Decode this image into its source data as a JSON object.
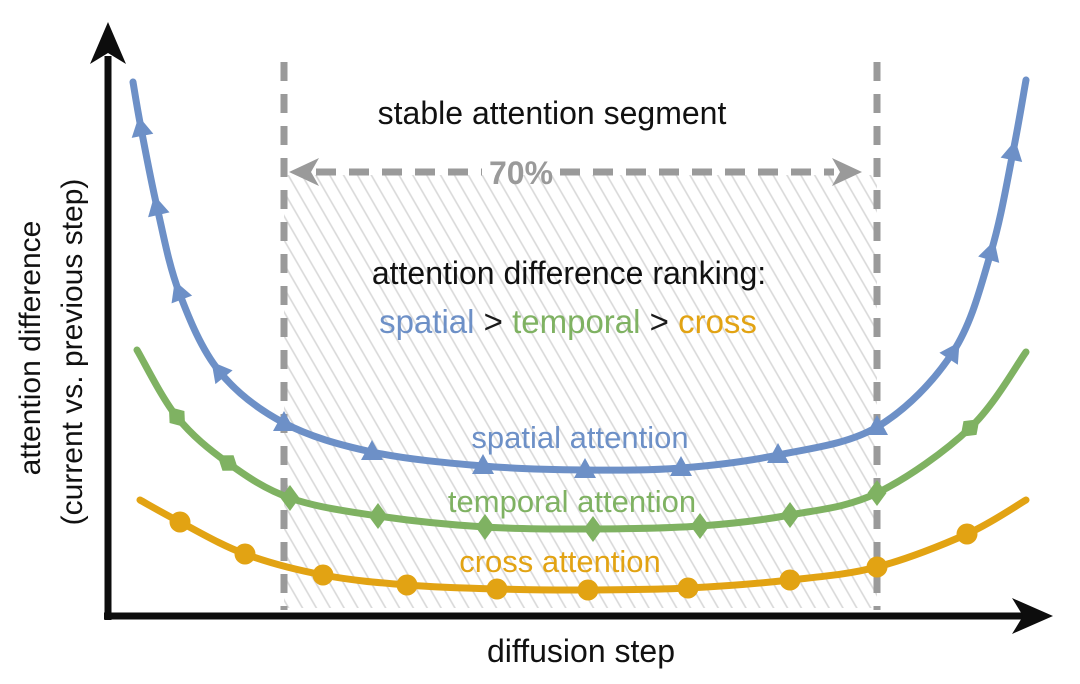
{
  "figure": {
    "background": "#FFFFFF",
    "text_color": "#111111",
    "gray": "#9A9A9A",
    "hatch_color": "#D8D8D8",
    "axis_color": "#0D0D0D"
  },
  "labels": {
    "stable_segment": "stable attention segment",
    "percent": "70%",
    "ranking_title": "attention difference ranking:",
    "xlabel": "diffusion step",
    "ylabel_line1": "attention difference",
    "ylabel_line2": "(current vs. previous step)"
  },
  "ranking_parts": [
    {
      "text": "spatial",
      "color": "#6D90C7"
    },
    {
      "text": " > ",
      "color": "#1A1A1A"
    },
    {
      "text": "temporal",
      "color": "#7FB262"
    },
    {
      "text": " > ",
      "color": "#1A1A1A"
    },
    {
      "text": "cross",
      "color": "#E2A313"
    }
  ],
  "chart_data": {
    "type": "line",
    "title": "stable attention segment",
    "xlabel": "diffusion step",
    "ylabel": "attention difference (current vs. previous step)",
    "axes_numeric_ticks": false,
    "legend_position": "inline curve labels",
    "grid": false,
    "coordinate_space": "schematic pixels (no numeric axes shown in figure)",
    "stable_region": {
      "label": "stable attention segment",
      "width_label": "70%",
      "x1": 284,
      "x2": 877,
      "hatch_top": 175,
      "hatch_bottom": 608
    },
    "ranking_annotation": "spatial > temporal > cross",
    "series": [
      {
        "id": "spatial",
        "name": "spatial attention",
        "color": "#6D90C7",
        "marker": "triangle",
        "points": [
          [
            133,
            82
          ],
          [
            141,
            128
          ],
          [
            157,
            207
          ],
          [
            179,
            292
          ],
          [
            219,
            371
          ],
          [
            284,
            423
          ],
          [
            372,
            452
          ],
          [
            483,
            466
          ],
          [
            585,
            470
          ],
          [
            681,
            468
          ],
          [
            778,
            455
          ],
          [
            877,
            427
          ],
          [
            953,
            352
          ],
          [
            991,
            252
          ],
          [
            1013,
            152
          ],
          [
            1026,
            80
          ]
        ],
        "marker_indices": [
          1,
          2,
          3,
          4,
          5,
          6,
          7,
          8,
          9,
          10,
          11,
          12,
          13,
          14
        ]
      },
      {
        "id": "temporal",
        "name": "temporal attention",
        "color": "#7FB262",
        "marker": "diamond",
        "points": [
          [
            137,
            350
          ],
          [
            177,
            417
          ],
          [
            228,
            463
          ],
          [
            290,
            498
          ],
          [
            378,
            516
          ],
          [
            485,
            527
          ],
          [
            593,
            529
          ],
          [
            700,
            526
          ],
          [
            790,
            515
          ],
          [
            877,
            493
          ],
          [
            970,
            428
          ],
          [
            1026,
            352
          ]
        ],
        "marker_indices": [
          1,
          2,
          3,
          4,
          5,
          6,
          7,
          8,
          9,
          10
        ]
      },
      {
        "id": "cross",
        "name": "cross attention",
        "color": "#E2A313",
        "marker": "circle",
        "points": [
          [
            140,
            500
          ],
          [
            180,
            522
          ],
          [
            245,
            554
          ],
          [
            323,
            575
          ],
          [
            407,
            585
          ],
          [
            497,
            589
          ],
          [
            588,
            590
          ],
          [
            688,
            588
          ],
          [
            790,
            580
          ],
          [
            877,
            567
          ],
          [
            967,
            534
          ],
          [
            1026,
            500
          ]
        ],
        "marker_indices": [
          1,
          2,
          3,
          4,
          5,
          6,
          7,
          8,
          9,
          10
        ]
      }
    ]
  }
}
